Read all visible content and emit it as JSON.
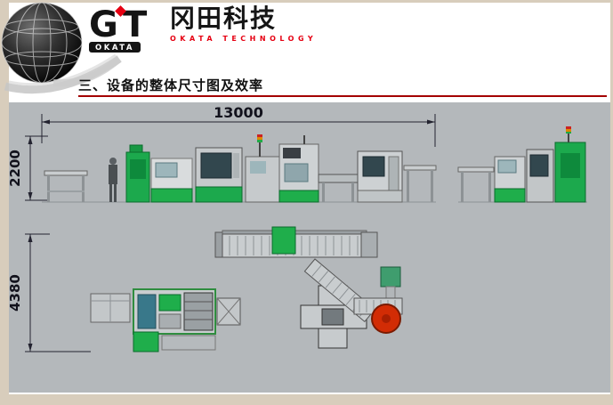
{
  "header": {
    "logo_mark_g": "G",
    "logo_mark_t": "T",
    "logo_text": "OKATA",
    "company_name_cn": "冈田科技",
    "company_name_en": "OKATA TECHNOLOGY"
  },
  "slide": {
    "title": "三、设备的整体尺寸图及效率"
  },
  "diagram": {
    "dimensions": {
      "total_length": "13000",
      "line_height": "2200",
      "plan_depth": "4380"
    }
  },
  "colors": {
    "accent_red": "#a40000",
    "logo_red": "#e60012",
    "machine_green": "#1ca94d",
    "cad_background": "#b4b8bb",
    "turntable_red": "#d22c05",
    "border_beige": "#d8cdbc"
  }
}
